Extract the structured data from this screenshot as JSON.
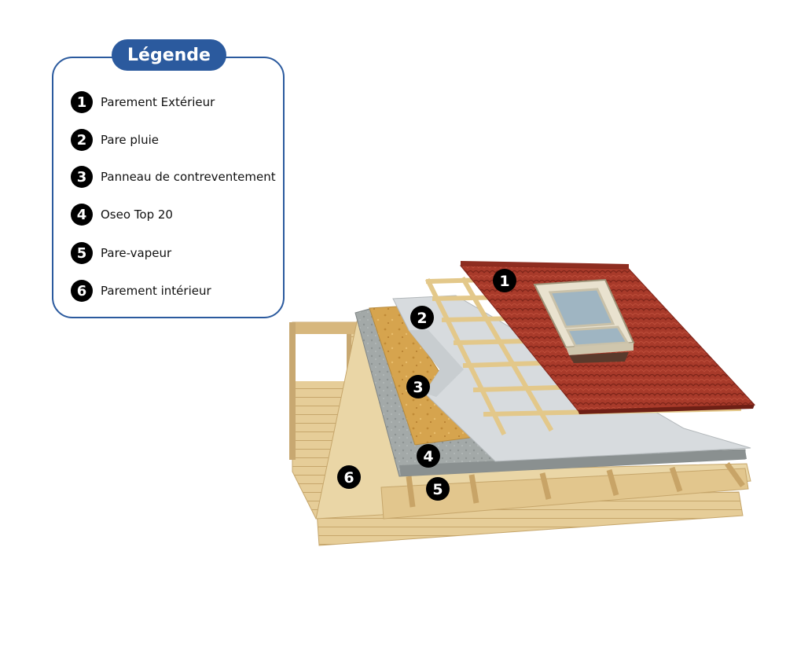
{
  "legend": {
    "title": "Légende",
    "items": [
      {
        "number": "1",
        "label": "Parement Extérieur"
      },
      {
        "number": "2",
        "label": "Pare pluie"
      },
      {
        "number": "3",
        "label": "Panneau de contreventement"
      },
      {
        "number": "4",
        "label": "Oseo Top 20"
      },
      {
        "number": "5",
        "label": "Pare-vapeur"
      },
      {
        "number": "6",
        "label": "Parement intérieur"
      }
    ]
  },
  "markers": [
    "1",
    "2",
    "3",
    "4",
    "5",
    "6"
  ],
  "colors": {
    "accent": "#2b5a9e",
    "tiles": "#a83a2a",
    "membrane": "#d7dbde",
    "osb": "#d6a44e",
    "insulation": "#9ea4a4",
    "wood": "#e6cd98"
  }
}
